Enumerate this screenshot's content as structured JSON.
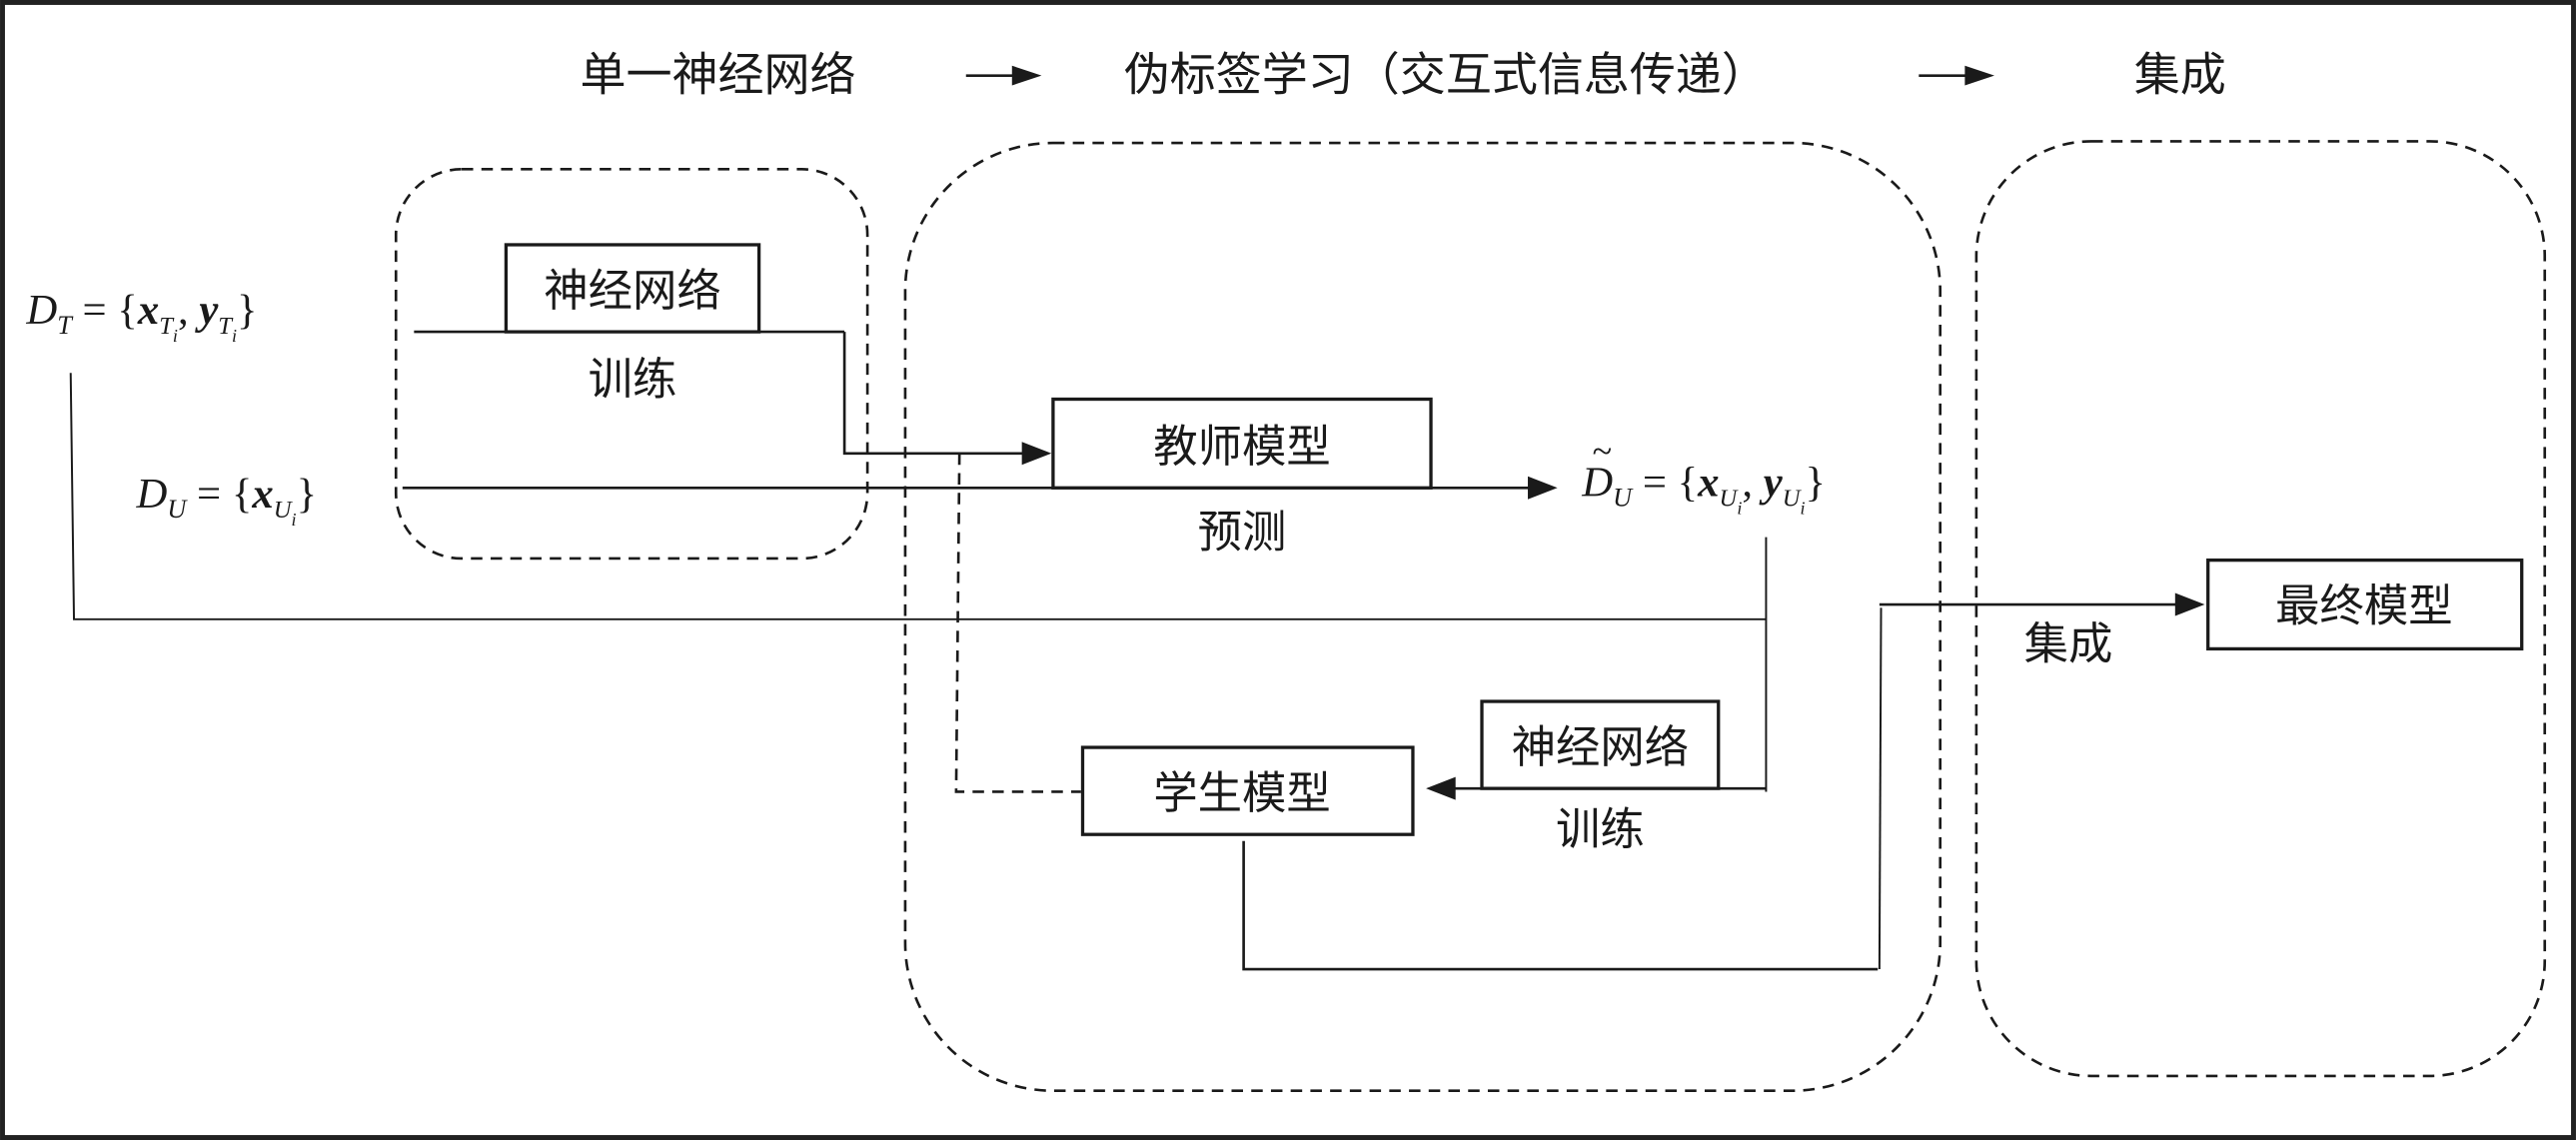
{
  "header": {
    "stage1": "单一神经网络",
    "stage2": "伪标签学习（交互式信息传递）",
    "stage3": "集成"
  },
  "data_sets": {
    "dt": {
      "symbol": "D",
      "sub": "T",
      "eq": " = {",
      "x": "x",
      "xsub": "T",
      "xsubsub": "i",
      "comma": ", ",
      "y": "y",
      "ysub": "T",
      "ysubsub": "i",
      "close": "}"
    },
    "du": {
      "symbol": "D",
      "sub": "U",
      "eq": " = {",
      "x": "x",
      "xsub": "U",
      "xsubsub": "i",
      "close": "}"
    },
    "du_tilde": {
      "tilde": "~",
      "symbol": "D",
      "sub": "U",
      "eq": " = {",
      "x": "x",
      "xsub": "U",
      "xsubsub": "i",
      "comma": ", ",
      "y": "y",
      "ysub": "U",
      "ysubsub": "i",
      "close": "}"
    }
  },
  "boxes": {
    "nn1": "神经网络",
    "teacher": "教师模型",
    "nn2": "神经网络",
    "student": "学生模型",
    "final": "最终模型"
  },
  "labels": {
    "train1": "训练",
    "predict": "预测",
    "train2": "训练",
    "ensemble": "集成"
  }
}
